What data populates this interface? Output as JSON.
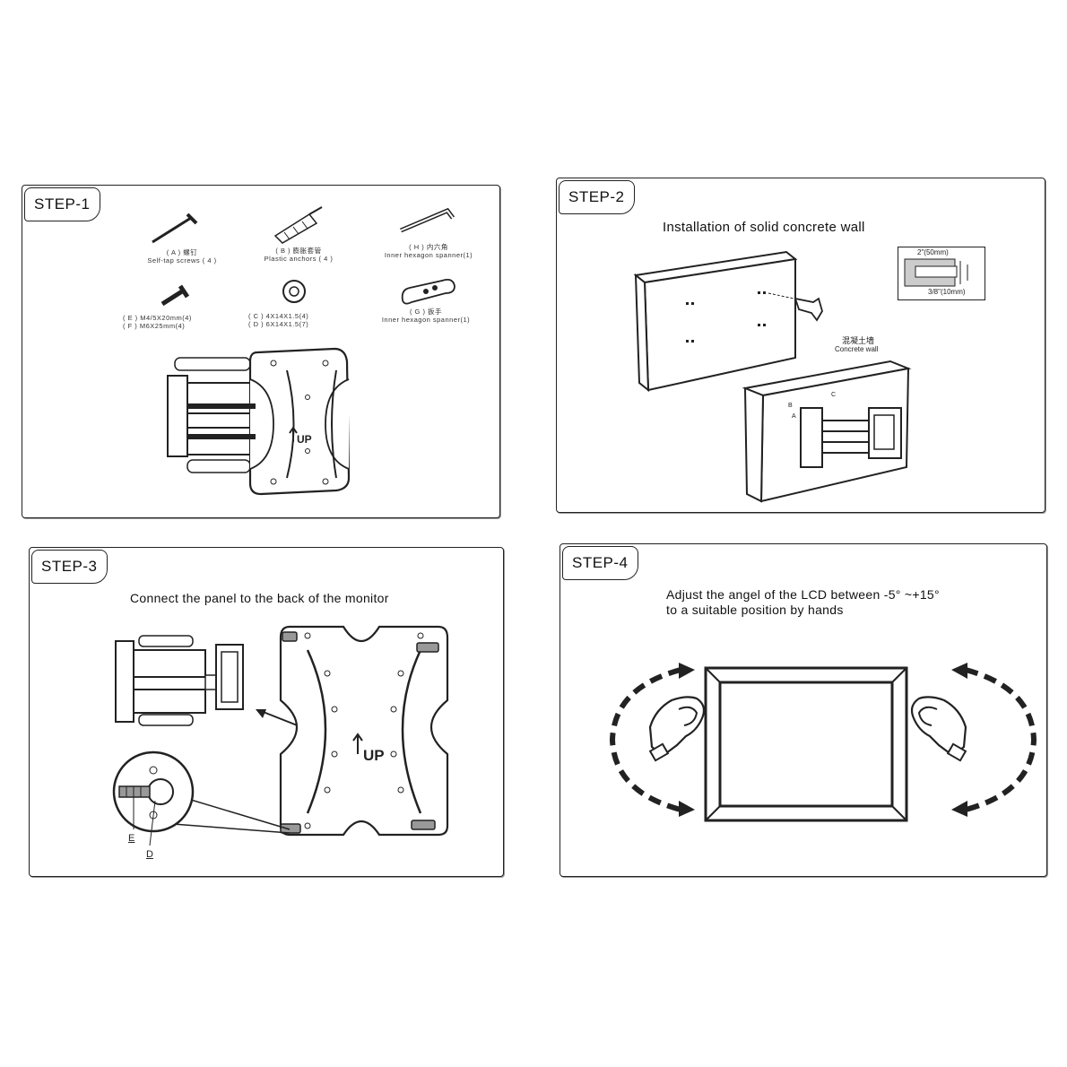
{
  "step1": {
    "tag": "STEP-1",
    "parts": [
      {
        "letter": "( A )",
        "cn": "螺钉",
        "en": "Self-tap screws ( 4 )"
      },
      {
        "letter": "( B )",
        "cn": "膨胀套管",
        "en": "Plastic anchors ( 4 )"
      },
      {
        "letter": "( H )",
        "cn": "内六角",
        "en": "Inner hexagon spanner(1)"
      },
      {
        "line1": "( E ) M4/5X20mm(4)",
        "line2": "( F ) M6X25mm(4)"
      },
      {
        "line1": "( C ) 4X14X1.5(4)",
        "line2": "( D ) 6X14X1.5(7)"
      },
      {
        "letter": "( G )",
        "cn": "扳手",
        "en": "Inner hexagon spanner(1)"
      }
    ],
    "up_label": "UP"
  },
  "step2": {
    "tag": "STEP-2",
    "heading": "Installation of solid concrete wall",
    "dim_top": "2\"(50mm)",
    "dim_bottom": "3/8\"(10mm)",
    "wall_cn": "混凝土墙",
    "wall_en": "Concrete wall",
    "labels": [
      "A",
      "B",
      "C"
    ]
  },
  "step3": {
    "tag": "STEP-3",
    "heading": "Connect the panel to the back of the monitor",
    "up_label": "UP",
    "label_e": "E",
    "label_d": "D"
  },
  "step4": {
    "tag": "STEP-4",
    "heading_line1": "Adjust the angel of the LCD between  -5°  ~+15°",
    "heading_line2": "to a suitable position by hands"
  }
}
